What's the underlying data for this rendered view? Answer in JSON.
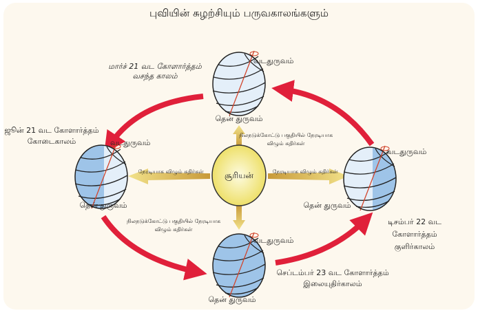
{
  "title": "புவியின் சுழற்சியும் பருவகாலங்களும்",
  "sun_label": "சூரியன்",
  "north_pole": "வடதுருவம்",
  "south_pole": "தென் துருவம்",
  "seasons": {
    "march": [
      "மார்ச் 21 வட கோளார்த்தம்",
      "வசந்த காலம்"
    ],
    "june": [
      "ஜூன் 21 வட கோளார்த்தம்",
      "கோடைகாலம்"
    ],
    "december": [
      "டிசம்பர் 22  வட",
      "கோளார்த்தம்",
      "குளிர்காலம்"
    ],
    "september": [
      "செப்டம்பர் 23 வட கோளார்த்தம்",
      "இலையுதிர்காலம்"
    ]
  },
  "rays": {
    "equator": [
      "நிலநடுக்கோட்டு பகுதியில்  நேரடியாக",
      "விழும் கதிர்கள்"
    ],
    "direct": "நேரடியாக விழும் கதிர்கள்"
  },
  "colors": {
    "background": "#fdf8ee",
    "orbit_arrow": "#e0203a",
    "sun": "#f3ec8a",
    "globe_light": "#e4eff9",
    "globe_dark": "#9ec4e8"
  }
}
